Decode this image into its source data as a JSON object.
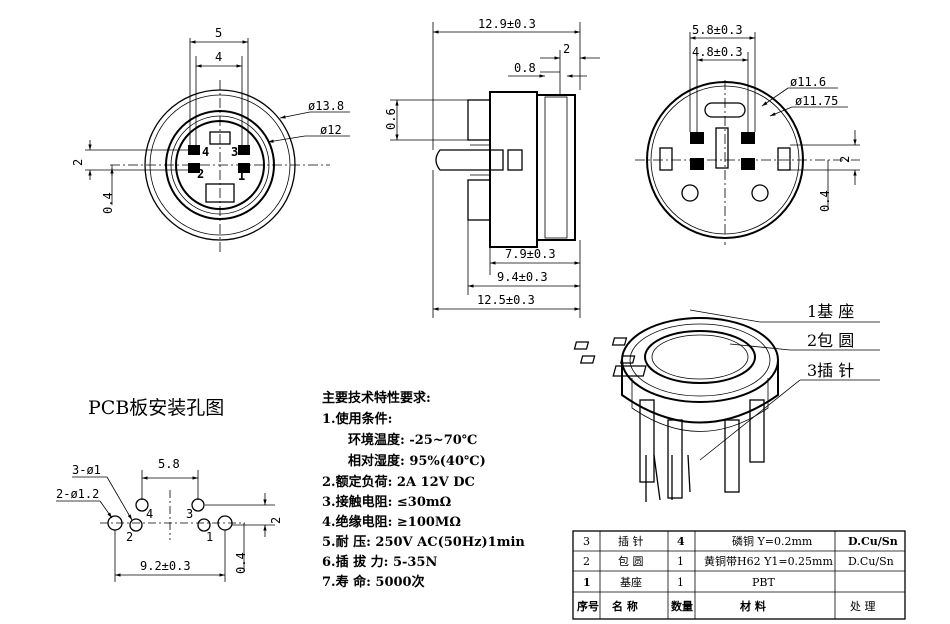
{
  "front_view": {
    "dim_5": "5",
    "dim_4": "4",
    "dim_d138": "ø13.8",
    "dim_d12": "ø12",
    "dim_2": "2",
    "dim_04": "0.4",
    "pin_4": "4",
    "pin_3": "3",
    "pin_2": "2",
    "pin_1": "1"
  },
  "side_view": {
    "dim_129": "12.9±0.3",
    "dim_2": "2",
    "dim_08": "0.8",
    "dim_06": "0.6",
    "dim_79": "7.9±0.3",
    "dim_94": "9.4±0.3",
    "dim_125": "12.5±0.3"
  },
  "back_view": {
    "dim_58": "5.8±0.3",
    "dim_48": "4.8±0.3",
    "dim_d116": "ø11.6",
    "dim_d1175": "ø11.75",
    "dim_2": "2",
    "dim_04": "0.4"
  },
  "callouts": [
    {
      "label": "1基  座"
    },
    {
      "label": "2包  圆"
    },
    {
      "label": "3插  针"
    }
  ],
  "pcb": {
    "title": "PCB板安装孔图",
    "dim_58": "5.8",
    "hole_3": "3-ø1",
    "hole_2": "2-ø1.2",
    "dim_92": "9.2±0.3",
    "dim_2": "2",
    "dim_04": "0.4",
    "pin_4": "4",
    "pin_3": "3",
    "pin_2": "2",
    "pin_1": "1"
  },
  "specs": {
    "title": "主要技术特性要求:",
    "l1": "1.使用条件:",
    "l1a": "环境温度: -25~70℃",
    "l1b": "相对湿度: 95%(40℃)",
    "l2": "2.额定负荷: 2A 12V DC",
    "l3": "3.接触电阻: ≤30mΩ",
    "l4": "4.绝缘电阻: ≥100MΩ",
    "l5": "5.耐   压: 250V AC(50Hz)1min",
    "l6": "6.插 拔 力: 5-35N",
    "l7": "7.寿   命: 5000次"
  },
  "bom": {
    "rows": [
      {
        "no": "3",
        "name": "插 针",
        "qty": "4",
        "material": "磷铜 Y=0.2mm",
        "finish": "D.Cu/Sn"
      },
      {
        "no": "2",
        "name": "包 圆",
        "qty": "1",
        "material": "黄铜带H62 Y1=0.25mm",
        "finish": "D.Cu/Sn"
      },
      {
        "no": "1",
        "name": "基座",
        "qty": "1",
        "material": "PBT",
        "finish": ""
      }
    ],
    "header": {
      "no": "序号",
      "name": "名 称",
      "qty": "数量",
      "material": "材 料",
      "finish": "处 理"
    }
  }
}
